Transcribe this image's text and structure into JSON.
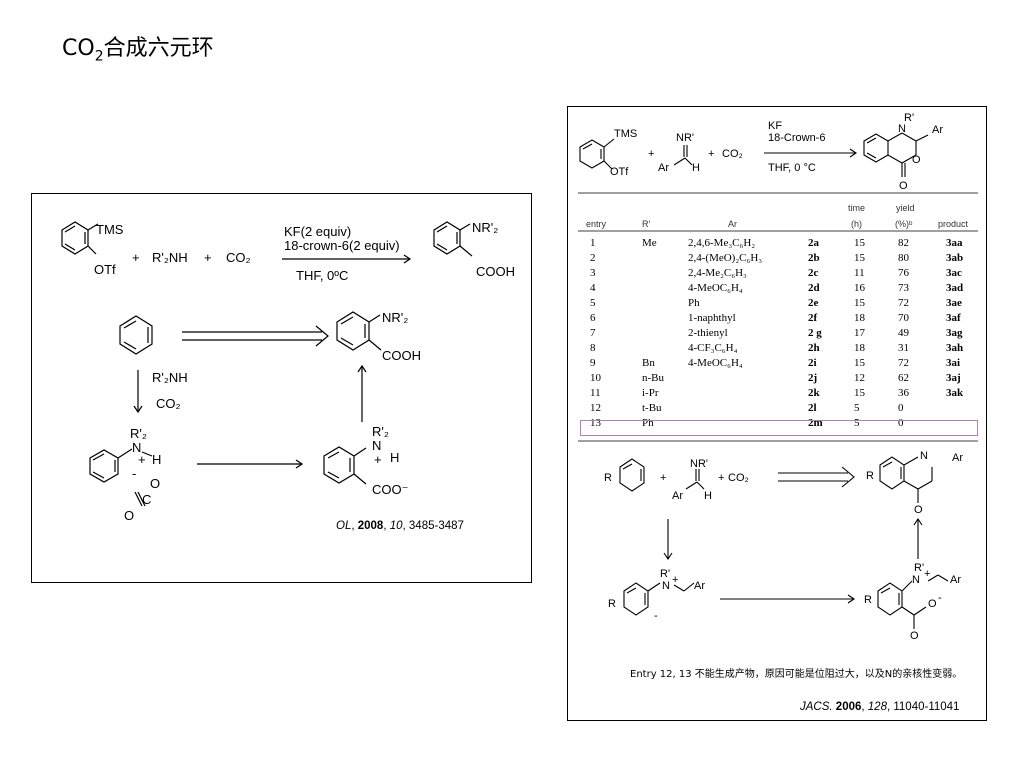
{
  "title": {
    "prefix": "CO",
    "sub": "2",
    "rest": "合成六元环"
  },
  "left": {
    "tms": "TMS",
    "otf": "OTf",
    "plus": "+",
    "amine": "R'₂NH",
    "co2": "CO₂",
    "cond1": "KF(2 equiv)",
    "cond2": "18-crown-6(2 equiv)",
    "cond3": "THF, 0ºC",
    "nr2": "NR'₂",
    "cooh": "COOH",
    "coo_minus": "COO⁻",
    "mech_reagent1": "R'₂NH",
    "mech_reagent2": "CO₂",
    "r2": "R'₂",
    "n": "N",
    "h": "H",
    "plus_sign": "+",
    "minus": "-",
    "o": "O",
    "c": "C",
    "ref": {
      "journal": "OL",
      "year": "2008",
      "volume": "10",
      "pages": "3485-3487"
    }
  },
  "right": {
    "tms": "TMS",
    "otf": "OTf",
    "nr": "NR'",
    "ar": "Ar",
    "h": "H",
    "co2": "CO₂",
    "plus": "+",
    "cond1": "KF",
    "cond2": "18-Crown-6",
    "cond3": "THF, 0 °C",
    "prod_r": "R'",
    "prod_n": "N",
    "prod_ar": "Ar",
    "prod_o": "O",
    "table": {
      "headers": [
        "entry",
        "R′",
        "Ar",
        "time",
        "(h)",
        "yield",
        "(%)ᵇ",
        "product"
      ],
      "rows": [
        [
          "1",
          "Me",
          "2,4,6-Me₃C₆H₂",
          "2a",
          "15",
          "82",
          "3aa"
        ],
        [
          "2",
          "",
          "2,4-(MeO)₂C₆H₃",
          "2b",
          "15",
          "80",
          "3ab"
        ],
        [
          "3",
          "",
          "2,4-Me₂C₆H₃",
          "2c",
          "11",
          "76",
          "3ac"
        ],
        [
          "4",
          "",
          "4-MeOC₆H₄",
          "2d",
          "16",
          "73",
          "3ad"
        ],
        [
          "5",
          "",
          "Ph",
          "2e",
          "15",
          "72",
          "3ae"
        ],
        [
          "6",
          "",
          "1-naphthyl",
          "2f",
          "18",
          "70",
          "3af"
        ],
        [
          "7",
          "",
          "2-thienyl",
          "2 g",
          "17",
          "49",
          "3ag"
        ],
        [
          "8",
          "",
          "4-CF₃C₆H₄",
          "2h",
          "18",
          "31",
          "3ah"
        ],
        [
          "9",
          "Bn",
          "4-MeOC₆H₄",
          "2i",
          "15",
          "72",
          "3ai"
        ],
        [
          "10",
          "n-Bu",
          "",
          "2j",
          "12",
          "62",
          "3aj"
        ],
        [
          "11",
          "i-Pr",
          "",
          "2k",
          "15",
          "36",
          "3ak"
        ],
        [
          "12",
          "t-Bu",
          "",
          "2l",
          "5",
          "0",
          ""
        ],
        [
          "13",
          "Ph",
          "",
          "2m",
          "5",
          "0",
          ""
        ]
      ]
    },
    "mech": {
      "r": "R",
      "nr": "NR'",
      "ar": "Ar",
      "h": "H",
      "co2": "CO₂",
      "plus": "+",
      "minus": "-",
      "n": "N",
      "r_prime": "R'",
      "o": "O"
    },
    "note": "Entry 12, 13 不能生成产物，原因可能是位阻过大，以及N的亲核性变弱。",
    "ref": {
      "journal": "JACS.",
      "year": "2006",
      "volume": "128",
      "pages": "11040-11041"
    }
  }
}
